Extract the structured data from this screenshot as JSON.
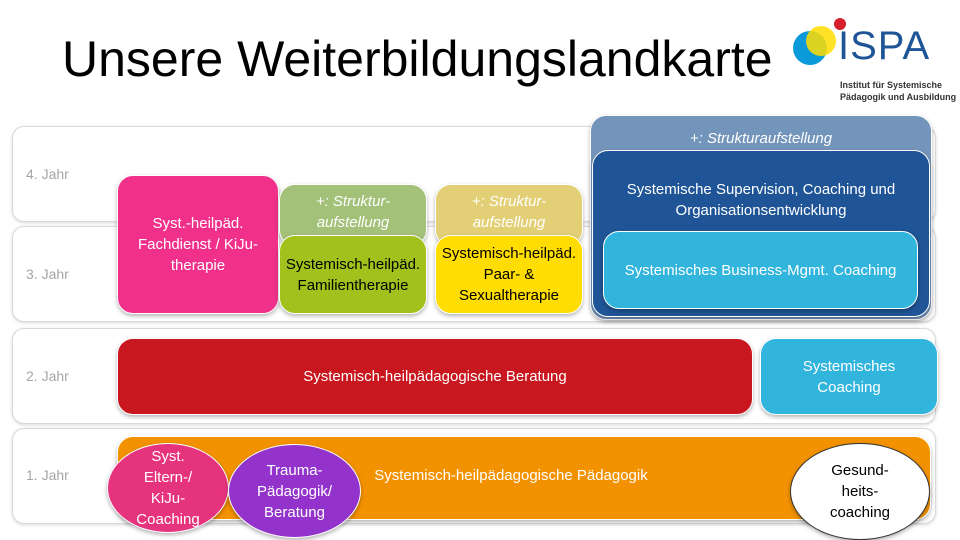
{
  "title": "Unsere Weiterbildungslandkarte",
  "logo": {
    "name": "ISPA",
    "subtitle_1": "Institut für Systemische",
    "subtitle_2": "Pädagogik und Ausbildung"
  },
  "years": [
    "4. Jahr",
    "3. Jahr",
    "2. Jahr",
    "1. Jahr"
  ],
  "courses": {
    "fachdienst": "Syst.-heilpäd. Fachdienst / KiJu-therapie",
    "familie_addon": "+: Struktur-aufstellung",
    "familie": "Systemisch-heilpäd. Familientherapie",
    "paar_addon": "+: Struktur-aufstellung",
    "paar": "Systemisch-heilpäd. Paar- & Sexualtherapie",
    "supervision_addon": "+: Strukturaufstellung",
    "supervision": "Systemische Supervision, Coaching und Organisationsentwicklung",
    "business": "Systemisches Business-Mgmt. Coaching",
    "beratung": "Systemisch-heilpädagogische Beratung",
    "coaching": "Systemisches Coaching",
    "paedagogik": "Systemisch-heilpädagogische Pädagogik",
    "eltern": "Syst. Eltern-/ KiJu-Coaching",
    "trauma": "Trauma-Pädagogik/ Beratung",
    "gesundheit": "Gesund-heits-coaching"
  }
}
